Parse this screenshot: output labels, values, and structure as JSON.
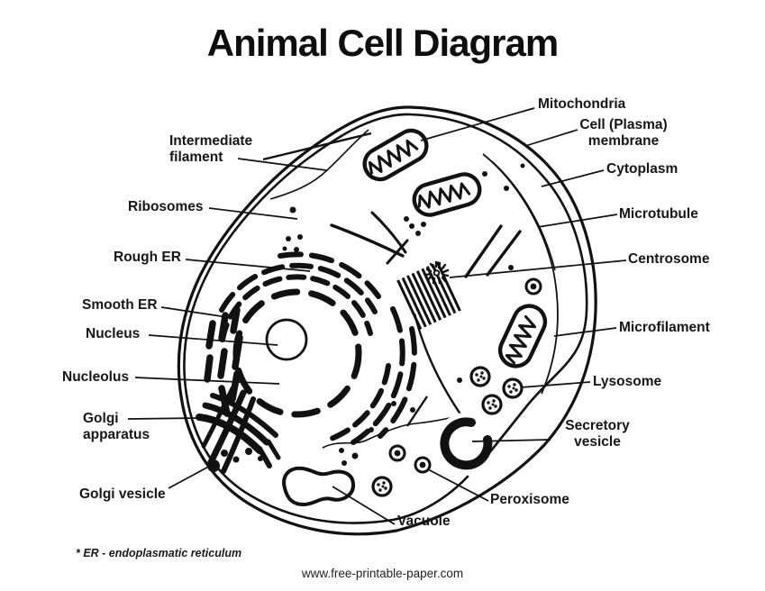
{
  "title": "Animal Cell Diagram",
  "labels": {
    "mitochondria": {
      "text": "Mitochondria"
    },
    "cell_membrane": {
      "line1": "Cell (Plasma)",
      "line2": "membrane"
    },
    "cytoplasm": {
      "text": "Cytoplasm"
    },
    "microtubule": {
      "text": "Microtubule"
    },
    "centrosome": {
      "text": "Centrosome"
    },
    "microfilament": {
      "text": "Microfilament"
    },
    "lysosome": {
      "text": "Lysosome"
    },
    "secretory_vesicle": {
      "line1": "Secretory",
      "line2": "vesicle"
    },
    "peroxisome": {
      "text": "Peroxisome"
    },
    "vacuole": {
      "text": "Vacuole"
    },
    "intermediate_filament": {
      "line1": "Intermediate",
      "line2": "filament"
    },
    "ribosomes": {
      "text": "Ribosomes"
    },
    "rough_er": {
      "text": "Rough ER"
    },
    "smooth_er": {
      "text": "Smooth ER"
    },
    "nucleus": {
      "text": "Nucleus"
    },
    "nucleolus": {
      "text": "Nucleolus"
    },
    "golgi_apparatus": {
      "line1": "Golgi",
      "line2": "apparatus"
    },
    "golgi_vesicle": {
      "text": "Golgi vesicle"
    }
  },
  "footnote": "* ER - endoplasmatic reticulum",
  "footer": "www.free-printable-paper.com",
  "colors": {
    "ink": "#111111",
    "paper": "#ffffff"
  }
}
